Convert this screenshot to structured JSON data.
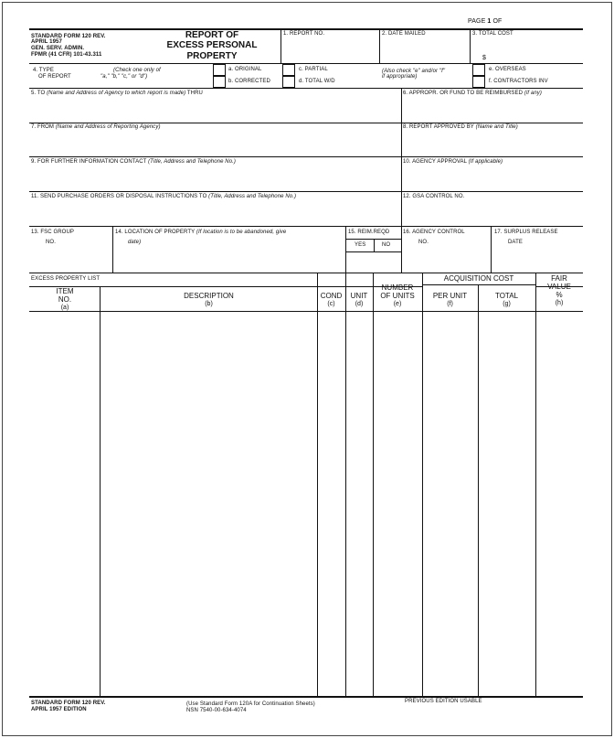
{
  "page": {
    "label": "PAGE",
    "number": "1",
    "of": "OF"
  },
  "header": {
    "form_id_lines": [
      "STANDARD FORM 120 REV.",
      "APRIL 1957",
      "GEN. SERV. ADMIN.",
      "FPMR (41 CFR) 101-43.311"
    ],
    "title_lines": [
      "REPORT OF",
      "EXCESS PERSONAL",
      "PROPERTY"
    ],
    "report_no": "1. REPORT NO.",
    "date_mailed": "2. DATE MAILED",
    "total_cost": "3. TOTAL COST",
    "dollar": "$"
  },
  "type_row": {
    "label_1": "4.    TYPE",
    "label_2": "OF REPORT",
    "hint_1": "(Check one only of",
    "hint_2": "\"a,\" \"b,\" \"c,\" or \"d\")",
    "opt_a": "a. ORIGINAL",
    "opt_b": "b. CORRECTED",
    "opt_c": "c. PARTIAL",
    "opt_d": "d. TOTAL W/D",
    "also_1": "(Also check \"e\" and/or \"f\"",
    "also_2": "if appropriate)",
    "opt_e": "e. OVERSEAS",
    "opt_f": "f. CONTRACTORS INV"
  },
  "fields": {
    "to": "5. TO",
    "to_hint": "(Name and Address of Agency to which report is made)",
    "thru": "THRU",
    "appropr": "6. APPROPR. OR FUND TO BE REIMBURSED",
    "appropr_hint": "(if any)",
    "from": "7. FROM",
    "from_hint": "(Name and Address of Reporting Agency)",
    "approved": "8. REPORT APPROVED BY",
    "approved_hint": "(Name and Title)",
    "contact": "9. FOR FURTHER INFORMATION CONTACT",
    "contact_hint": "(Title, Address and Telephone No.)",
    "agency_approval": "10. AGENCY APPROVAL",
    "agency_approval_hint": "(If applicable)",
    "purchase": "11. SEND PURCHASE ORDERS OR DISPOSAL INSTRUCTIONS TO",
    "purchase_hint": "(Title, Address and Telephone No.)",
    "gsa_control": "12. GSA CONTROL NO.",
    "fsc_1": "13. FSC GROUP",
    "fsc_2": "NO.",
    "location": "14. LOCATION OF PROPERTY",
    "location_hint_1": "(If location is to be abandoned, give",
    "location_hint_2": "date)",
    "reim": "15. REIM.REQD",
    "yes": "YES",
    "no": "NO",
    "agency_control_1": "16. AGENCY CONTROL",
    "agency_control_2": "NO.",
    "surplus_1": "17. SURPLUS RELEASE",
    "surplus_2": "DATE"
  },
  "list": {
    "title": "EXCESS PROPERTY LIST",
    "acq_cost": "ACQUISITION COST",
    "columns": [
      {
        "lines": [
          "ITEM",
          "NO."
        ],
        "sub": "(a)"
      },
      {
        "lines": [
          "DESCRIPTION"
        ],
        "sub": "(b)"
      },
      {
        "lines": [
          "COND"
        ],
        "sub": "(c)"
      },
      {
        "lines": [
          "UNIT"
        ],
        "sub": "(d)"
      },
      {
        "lines": [
          "NUMBER",
          "OF UNITS"
        ],
        "sub": "(e)"
      },
      {
        "lines": [
          "PER UNIT"
        ],
        "sub": "(f)"
      },
      {
        "lines": [
          "TOTAL"
        ],
        "sub": "(g)"
      },
      {
        "lines": [
          "FAIR",
          "VALUE",
          "%"
        ],
        "sub": "(h)"
      }
    ]
  },
  "footer": {
    "form_1": "STANDARD FORM 120 REV.",
    "form_2": "APRIL 1957 EDITION",
    "use_note": "(Use Standard Form 120A for Continuation Sheets)",
    "nsn": "NSN 7540-00-634-4074",
    "previous": "PREVIOUS EDITION USABLE"
  }
}
